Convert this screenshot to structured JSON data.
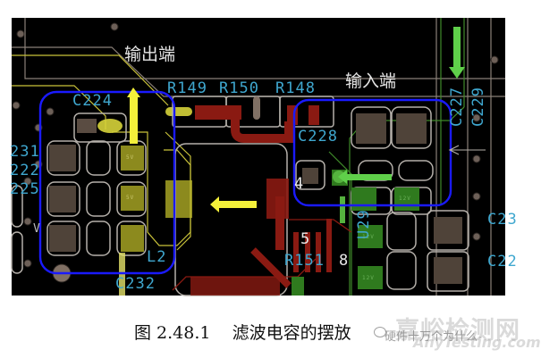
{
  "figure": {
    "caption_number": "图 2.48.1",
    "caption_title": "滤波电容的摆放",
    "caption_full": "图 2.48.1    滤波电容的摆放"
  },
  "pcb": {
    "annotations": {
      "output_label": "输出端",
      "input_label": "输入端"
    },
    "refdes": {
      "r149": "R149",
      "r150": "R150",
      "r148": "R148",
      "c224": "C224",
      "c228": "C228",
      "c227": "C227",
      "c229": "C229",
      "c231": "231",
      "c222": "222",
      "c225": "225",
      "c232": "C232",
      "l2": "L2",
      "u29": "U29",
      "r151": "R151",
      "c23x": "C23",
      "c22x": "C22",
      "v_mark": "V"
    },
    "pin_numbers": {
      "pin4": "4",
      "pin5": "5",
      "pin8": "8"
    },
    "pad_nets": {
      "output_pads": "5V",
      "input_pads": "12V"
    },
    "colors": {
      "background": "#000000",
      "highlight_box": "#1a1aff",
      "output_arrow": "#f4f03a",
      "input_arrow": "#5fcf4a",
      "refdes_text": "#3fa7cf",
      "top_copper": "#8a1a12",
      "net_5v_fill": "#8c8a1e",
      "net_12v_fill": "#2f7a1e",
      "pad_gray": "#4f4339"
    }
  },
  "watermark": {
    "site_cn": "嘉峪检测网",
    "site_en": "AnyTesting.com",
    "account": "硬件十万个为什么"
  }
}
